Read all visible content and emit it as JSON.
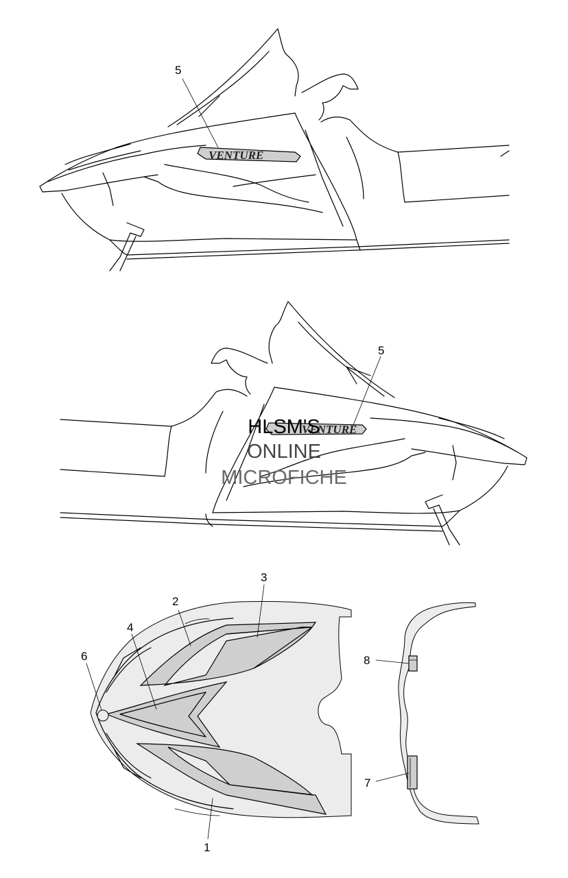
{
  "callouts": {
    "top_5": "5",
    "mid_5": "5",
    "c1": "1",
    "c2": "2",
    "c3": "3",
    "c4": "4",
    "c6": "6",
    "c7": "7",
    "c8": "8"
  },
  "decal_logo_text": "VENTURE",
  "watermark": {
    "line1": "HLSM'S",
    "line2": "ONLINE",
    "line3": "MICROFICHE"
  }
}
